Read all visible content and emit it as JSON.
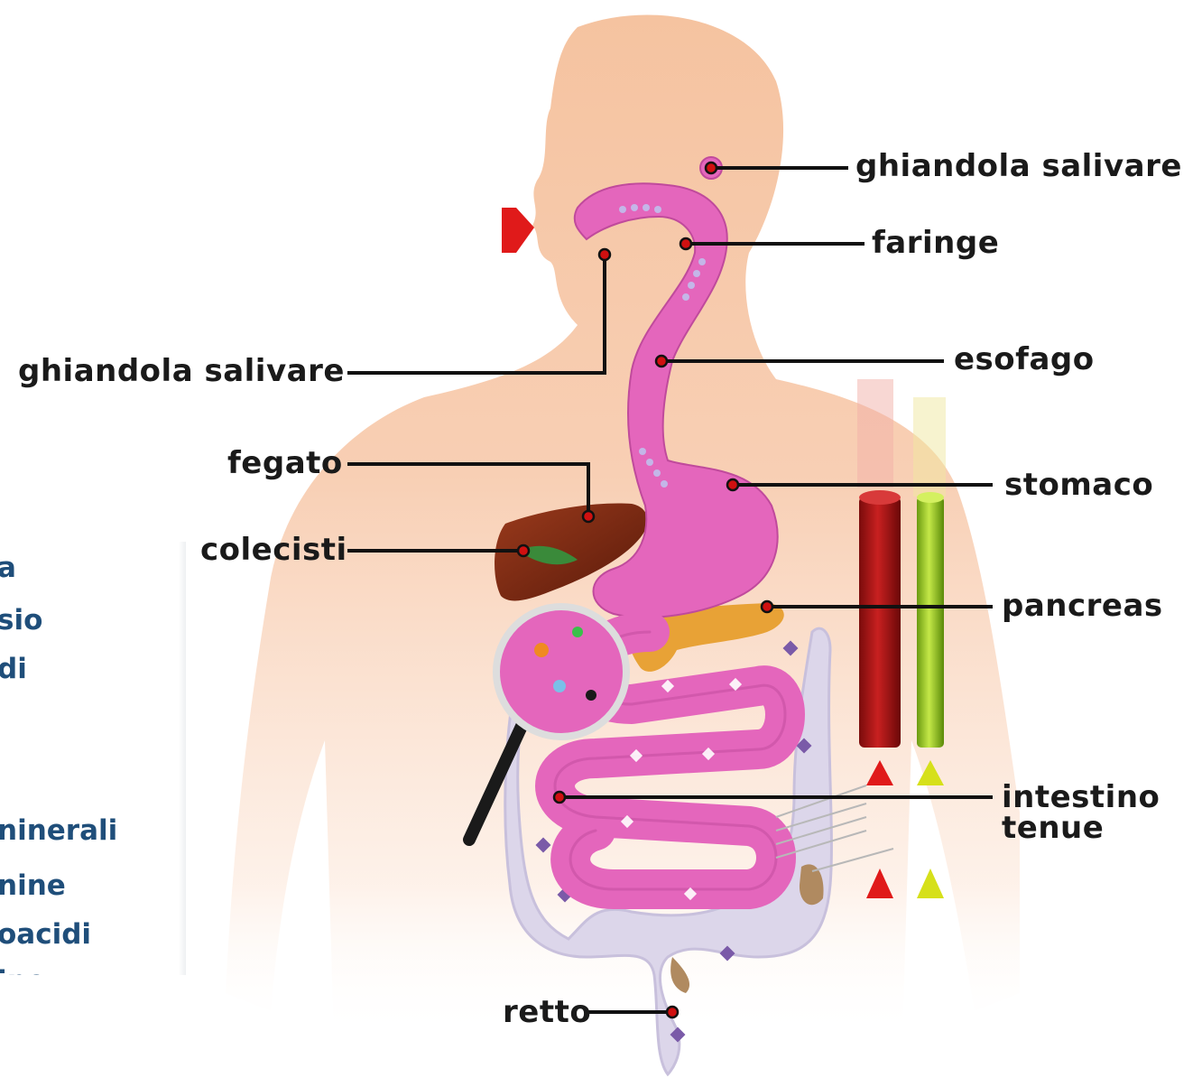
{
  "labels": {
    "salivary_right": "ghiandola salivare",
    "pharynx": "faringe",
    "salivary_left": "ghiandola salivare",
    "esophagus": "esofago",
    "liver": "fegato",
    "stomach": "stomaco",
    "gallbladder": "colecisti",
    "pancreas": "pancreas",
    "small_intestine": "intestino tenue",
    "rectum": "retto"
  },
  "side_list": [
    "a",
    "sio",
    "di",
    "ninerali",
    "nine",
    "oacidi",
    "ine"
  ],
  "colors": {
    "skin": "#f7c8a8",
    "tract": "#e060b8",
    "colon": "#d8d4e8",
    "liver": "#7a2a14",
    "pancreas": "#e8a030",
    "red_tube": "#a01818",
    "green_tube": "#9ac81e",
    "marker": "#d01010",
    "side_text": "#1f4e7a"
  }
}
